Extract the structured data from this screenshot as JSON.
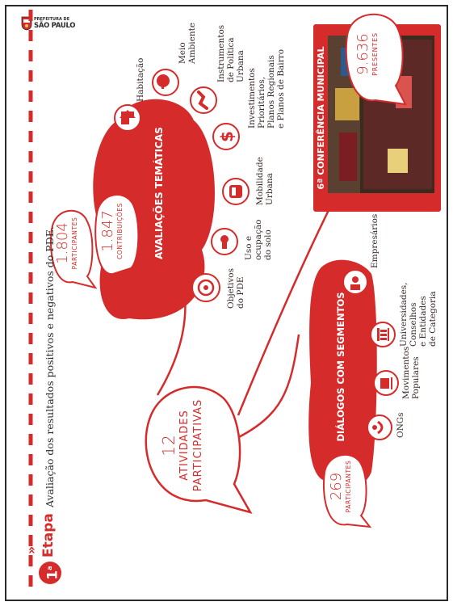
{
  "header": {
    "etapa_number": "1",
    "etapa_sup": "a",
    "etapa_word": "Etapa",
    "subtitle": "Avaliação dos resultados positivos e negativos do PDE."
  },
  "logo": {
    "line1": "PREFEITURA DE",
    "line2": "SÃO PAULO"
  },
  "hub": {
    "number": "12",
    "line1": "ATIVIDADES",
    "line2": "PARTICIPATIVAS"
  },
  "avaliacoes": {
    "title": "AVALIAÇÕES TEMÁTICAS",
    "participants_number": "1.804",
    "participants_label": "PARTICIPANTES",
    "contributions_number": "1.847",
    "contributions_label": "CONTRIBUIÇÕES",
    "topics": [
      {
        "icon": "target-icon",
        "label": "Objetivos\ndo PDE"
      },
      {
        "icon": "map-pin-icon",
        "label": "Uso e\nocupação\ndo solo"
      },
      {
        "icon": "bus-icon",
        "label": "Mobilidade\nUrbana"
      },
      {
        "icon": "dollar-icon",
        "label": "Investimentos\nPrioritários,\nPlanos Regionais\ne Planos de Bairro"
      },
      {
        "icon": "handshake-icon",
        "label": "Instrumentos\nde Política\nUrbana"
      },
      {
        "icon": "tree-icon",
        "label": "Meio\nAmbiente"
      },
      {
        "icon": "house-icon",
        "label": "Habitação"
      }
    ]
  },
  "dialogos": {
    "title": "DIÁLOGOS COM SEGMENTOS",
    "participants_number": "269",
    "participants_label": "PARTICIPANTES",
    "segments": [
      {
        "icon": "hands-icon",
        "label": "ONGs"
      },
      {
        "icon": "flag-icon",
        "label": "Movimentos\nPopulares"
      },
      {
        "icon": "institution-icon",
        "label": "Universidades,\nConselhos\ne Entidades\nde Categoria"
      },
      {
        "icon": "person-icon",
        "label": "Empresários"
      }
    ]
  },
  "conferencia": {
    "title": "6ª CONFERÊNCIA MUNICIPAL",
    "presentes_number": "9.636",
    "presentes_label": "PRESENTES"
  },
  "colors": {
    "red": "#d52b2b",
    "dark": "#2b2b2b",
    "photo_dark": "#3b2a1e"
  }
}
